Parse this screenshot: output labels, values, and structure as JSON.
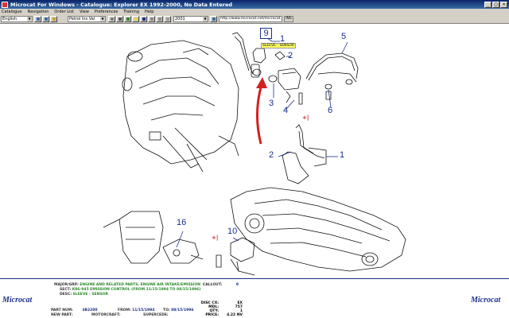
{
  "window": {
    "title": "Microcat For Windows - Catalogue: Explorer EX 1992-2000, No Data Entered",
    "buttons": [
      "_",
      "□",
      "×"
    ]
  },
  "menu": [
    "Catalogue",
    "Navigation",
    "Order List",
    "View",
    "Preferences",
    "Training",
    "Help"
  ],
  "toolbar": {
    "language": "English",
    "group": "Petrol Ins Val",
    "year": "2001",
    "url": "http://www.microcat.net/microcat.htm",
    "url_button": "INS"
  },
  "diagram": {
    "callouts": [
      "9",
      "1",
      "2",
      "5",
      "3",
      "4",
      "6",
      "+|",
      "2",
      "1",
      "16",
      "+|",
      "10"
    ],
    "sensor_label": "SLEEVE - SENSOR"
  },
  "info": {
    "logo": "Microcat",
    "major_label": "MAJOR/GRP:",
    "major_value": "ENGINE AND RELATED PARTS, ENGINE AIR INTAKE/EMISSION",
    "sect_label": "SECT:",
    "sect_code": "K86-945",
    "sect_value": "EMISSION CONTROL (FROM 11/15/1994 TO 08/15/1996)",
    "desc_label": "DESC:",
    "desc_value": "SLEEVE - SENSOR",
    "part_label": "PART NUM:",
    "part_value": "3B2200",
    "from_label": "FROM:",
    "from_value": "11/15/1994",
    "to_label": "TO:",
    "to_value": "08/15/1996",
    "new_part_label": "NEW PART:",
    "motorcraft_label": "MOTORCRAFT:",
    "supercede_label": "SUPERCEDE:",
    "callout_label": "CALLOUT:",
    "callout_value": "9",
    "right": [
      {
        "label": "DISC CX:",
        "value": "EX"
      },
      {
        "label": "MDL:",
        "value": "757"
      },
      {
        "label": "QTY:",
        "value": "1"
      },
      {
        "label": "PRICE:",
        "value": "4.22 NV"
      }
    ]
  }
}
